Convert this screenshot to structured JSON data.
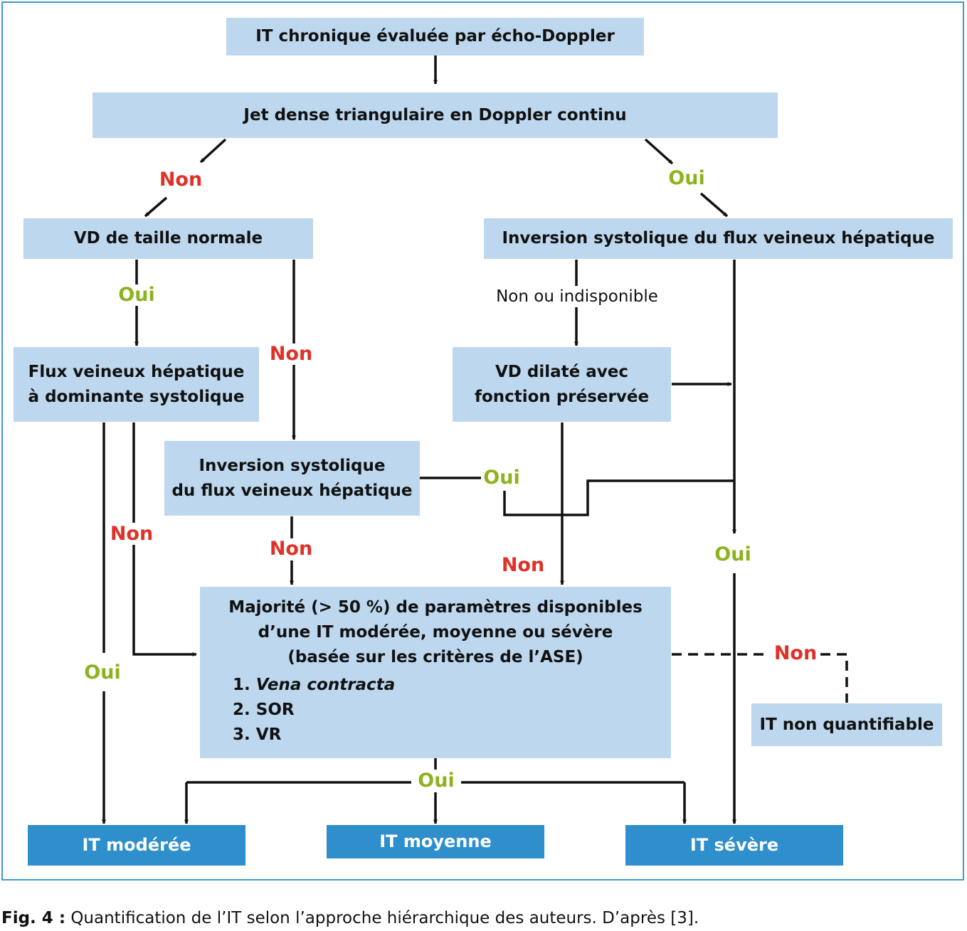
{
  "boxes": {
    "start": "IT chronique évaluée par écho-Doppler",
    "jet": "Jet dense triangulaire en Doppler continu",
    "vd_normal": "VD de taille normale",
    "inversion_right": "Inversion systolique du flux veineux hépatique",
    "flux_systolic": [
      "Flux veineux hépatique",
      "à dominante systolique"
    ],
    "vd_dilated": [
      "VD dilaté avec",
      "fonction préservée"
    ],
    "inversion_mid": [
      "Inversion systolique",
      "du flux veineux hépatique"
    ],
    "majority": {
      "lines": [
        "Majorité (> 50 %) de paramètres disponibles",
        "d’une IT modérée, moyenne ou sévère",
        "(basée sur les critères de l’ASE)"
      ],
      "items": [
        {
          "num": "1.",
          "text": "Vena contracta",
          "italic": true
        },
        {
          "num": "2.",
          "text": "SOR",
          "italic": false
        },
        {
          "num": "3.",
          "text": "VR",
          "italic": false
        }
      ]
    },
    "not_quantifiable": "IT non quantifiable",
    "moderate": "IT modérée",
    "medium": "IT moyenne",
    "severe": "IT sévère"
  },
  "labels": {
    "no": "Non",
    "yes": "Oui",
    "no_or_unavailable": "Non ou indisponible"
  },
  "caption": {
    "prefix": "Fig. 4 :",
    "text": "Quantification de l’IT selon l’approche hiérarchique des auteurs. D’après [3]."
  },
  "colors": {
    "box_fill": "#bdd7ee",
    "outcome_fill": "#2e8fcc",
    "no_label": "#e03128",
    "yes_label": "#8cb31e",
    "frame": "#3f9ad3"
  }
}
